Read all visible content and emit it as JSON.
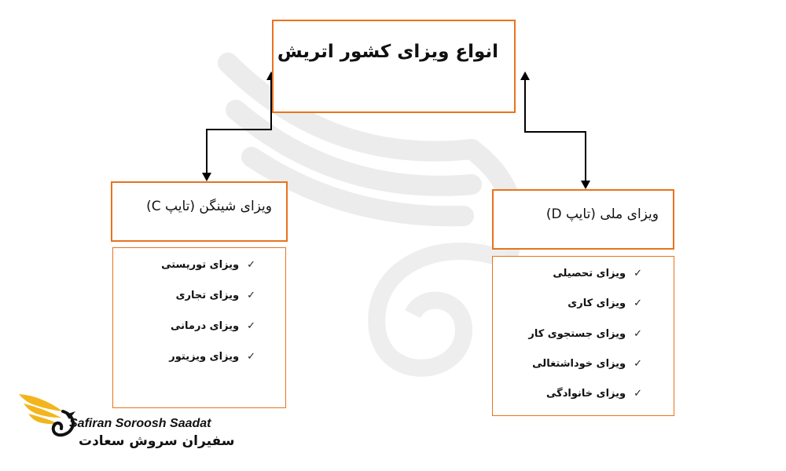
{
  "diagram": {
    "title": "انواع ویزای کشور اتریش",
    "left": {
      "heading": "ویزای شینگن (تایپ C)",
      "items": [
        "ویزای توریستی",
        "ویزای تجاری",
        "ویزای درمانی",
        "ویزای ویزیتور"
      ]
    },
    "right": {
      "heading": "ویزای ملی (تایپ D)",
      "items": [
        "ویزای تحصیلی",
        "ویزای کاری",
        "ویزای جستجوی کار",
        "ویزای خوداشتغالی",
        "ویزای خانوادگی"
      ]
    },
    "check_symbol": "✓"
  },
  "logo": {
    "name_en": "Safiran Soroosh Saadat",
    "name_fa": "سفیران سروش سعادت"
  },
  "colors": {
    "accent": "#e8731d",
    "logo_gold": "#f2b51c",
    "watermark": "#e6e6e6"
  }
}
